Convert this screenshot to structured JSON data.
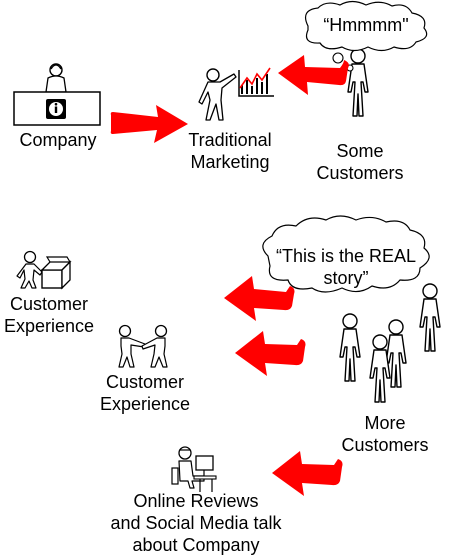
{
  "labels": {
    "company": "Company",
    "traditional_marketing": "Traditional\nMarketing",
    "some_customers": "Some\nCustomers",
    "hmmmm": "“Hmmmm\"",
    "real_story": "“This is the REAL\nstory”",
    "customer_experience_1": "Customer\nExperience",
    "customer_experience_2": "Customer\nExperience",
    "more_customers": "More\nCustomers",
    "online_reviews": "Online Reviews\nand Social Media talk\nabout Company"
  },
  "colors": {
    "arrow": "#ff0000",
    "outline": "#000000",
    "fill": "#ffffff",
    "chart_line": "#ff0000"
  },
  "icons": {
    "company": "receptionist-desk-icon",
    "marketing": "presenter-chart-icon",
    "customer": "person-icon",
    "experience": "person-box-icon",
    "handshake": "handshake-icon",
    "online": "computer-user-icon"
  }
}
